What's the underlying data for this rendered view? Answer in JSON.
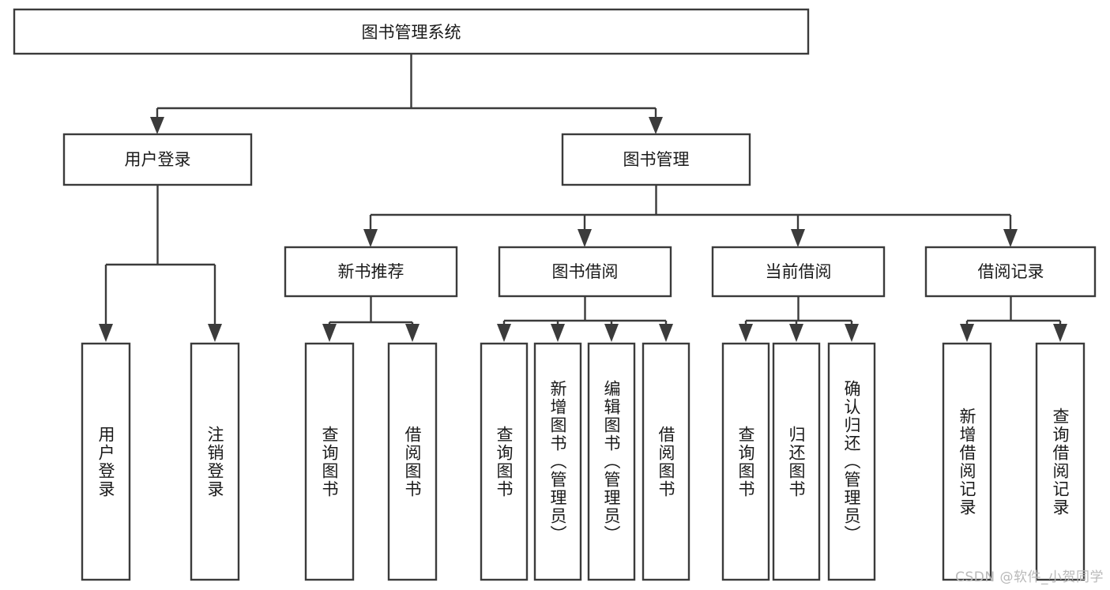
{
  "diagram": {
    "title": "图书管理系统",
    "type": "hierarchy-tree",
    "watermark": "CSDN @软件_小贺同学",
    "colors": {
      "box_stroke": "#3b3b3b",
      "box_fill": "#ffffff",
      "text": "#1a1a1a",
      "background": "#ffffff",
      "watermark": "#b9b9b9"
    },
    "levels": {
      "root": {
        "label": "图书管理系统"
      },
      "level2": [
        {
          "label": "用户登录"
        },
        {
          "label": "图书管理"
        }
      ],
      "level3": [
        {
          "label": "新书推荐"
        },
        {
          "label": "图书借阅"
        },
        {
          "label": "当前借阅"
        },
        {
          "label": "借阅记录"
        }
      ],
      "leaves": {
        "user_login": [
          {
            "label": "用户登录"
          },
          {
            "label": "注销登录"
          }
        ],
        "new_book_recommend": [
          {
            "label": "查询图书"
          },
          {
            "label": "借阅图书"
          }
        ],
        "book_borrow": [
          {
            "label": "查询图书"
          },
          {
            "label": "新增图书（管理员）"
          },
          {
            "label": "编辑图书（管理员）"
          },
          {
            "label": "借阅图书"
          }
        ],
        "current_borrow": [
          {
            "label": "查询图书"
          },
          {
            "label": "归还图书"
          },
          {
            "label": "确认归还（管理员）"
          }
        ],
        "borrow_record": [
          {
            "label": "新增借阅记录"
          },
          {
            "label": "查询借阅记录"
          }
        ]
      }
    }
  }
}
